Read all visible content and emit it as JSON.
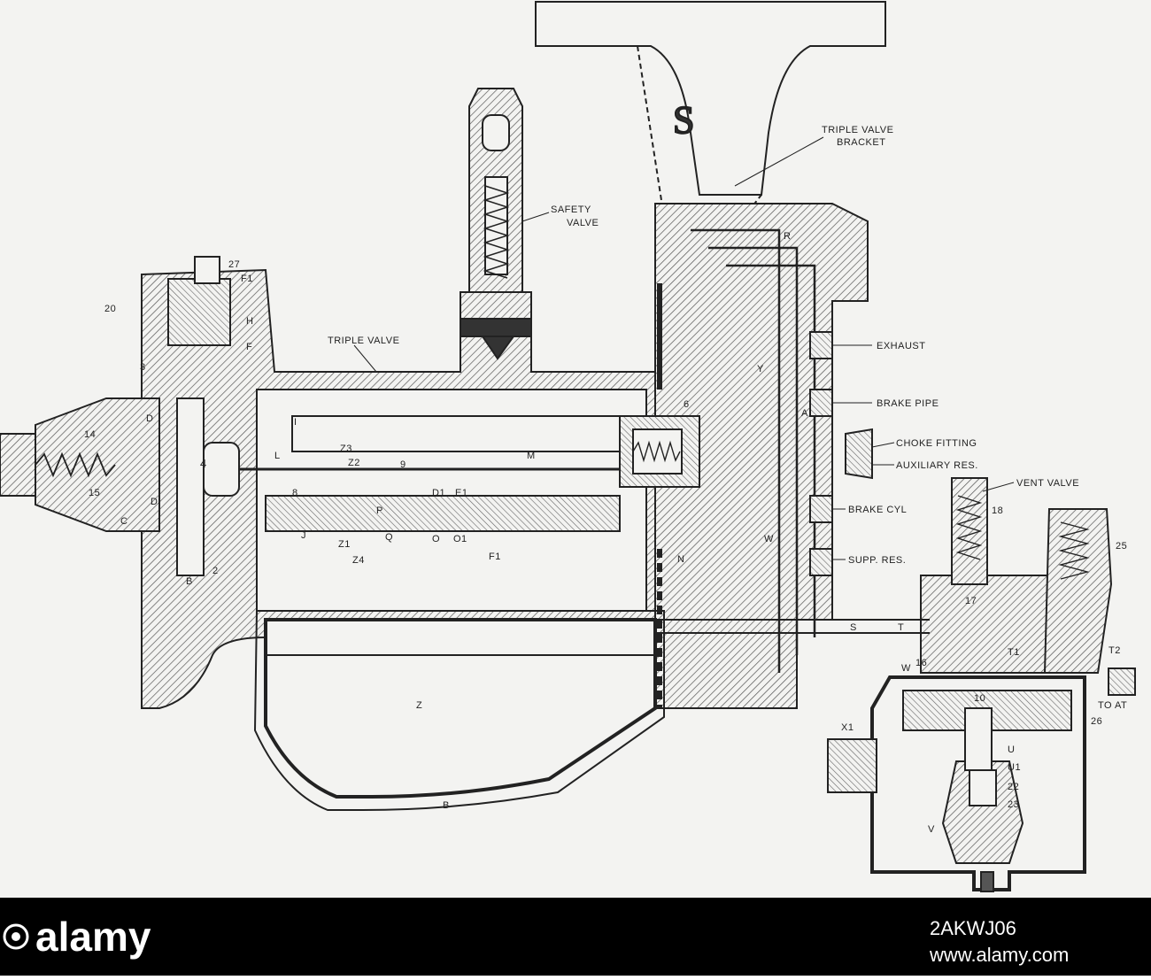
{
  "labels": {
    "triple_valve_bracket": [
      "TRIPLE VALVE",
      "BRACKET"
    ],
    "safety_valve": [
      "SAFETY",
      "VALVE"
    ],
    "triple_valve": "TRIPLE VALVE",
    "exhaust": "EXHAUST",
    "brake_pipe": "BRAKE PIPE",
    "choke_fitting": "CHOKE FITTING",
    "auxiliary_res": "AUXILIARY RES.",
    "vent_valve": "VENT VALVE",
    "brake_cyl": "BRAKE CYL",
    "supp_res": "SUPP. RES.",
    "to_at": "TO AT",
    "letters": {
      "F1": "F1",
      "H": "H",
      "F": "F",
      "I": "I",
      "D": "D",
      "C": "C",
      "L": "L",
      "Z": "Z",
      "Z1": "Z1",
      "Z2": "Z2",
      "Z3": "Z3",
      "Z4": "Z4",
      "B": "B",
      "J": "J",
      "P": "P",
      "Q": "Q",
      "O": "O",
      "O1": "O1",
      "D1": "D1",
      "E1": "E1",
      "M": "M",
      "N": "N",
      "R": "R",
      "Y": "Y",
      "A": "A",
      "W": "W",
      "S": "S",
      "T": "T",
      "T1": "T1",
      "T2": "T2",
      "U": "U",
      "U1": "U1",
      "V": "V",
      "X1": "X1"
    },
    "numbers": {
      "n2": "2",
      "n3": "3",
      "n4": "4",
      "n6": "6",
      "n8": "8",
      "n9": "9",
      "n10": "10",
      "n14": "14",
      "n15": "15",
      "n16": "16",
      "n17": "17",
      "n18": "18",
      "n20": "20",
      "n22": "22",
      "n23": "23",
      "n25": "25",
      "n26": "26",
      "n27": "27"
    }
  },
  "watermark": {
    "brand": "alamy",
    "image_id": "2AKWJ06",
    "site": "www.alamy.com"
  },
  "colors": {
    "ink": "#222222",
    "paper": "#f3f3f1",
    "band": "#000000"
  }
}
